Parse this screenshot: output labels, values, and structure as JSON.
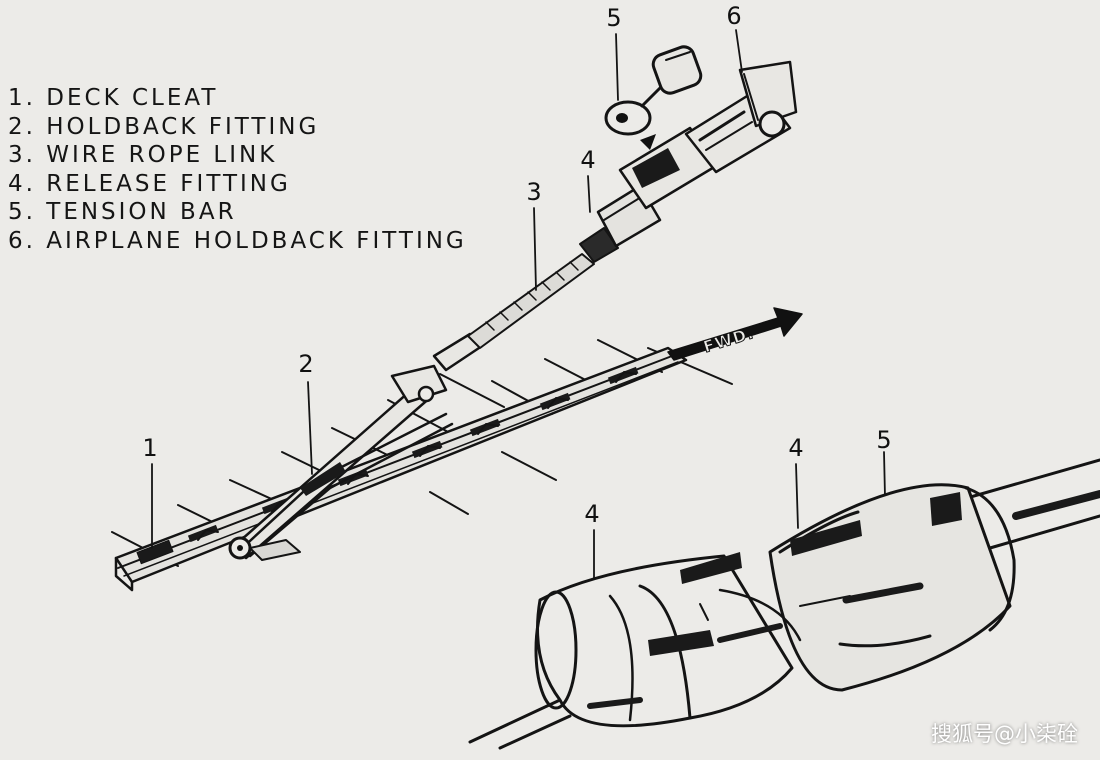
{
  "legend": [
    {
      "number": "1.",
      "label": "DECK CLEAT"
    },
    {
      "number": "2.",
      "label": "HOLDBACK FITTING"
    },
    {
      "number": "3.",
      "label": "WIRE ROPE LINK"
    },
    {
      "number": "4.",
      "label": "RELEASE FITTING"
    },
    {
      "number": "5.",
      "label": "TENSION BAR"
    },
    {
      "number": "6.",
      "label": "AIRPLANE HOLDBACK FITTING"
    }
  ],
  "callouts": {
    "c1": "1",
    "c2": "2",
    "c3": "3",
    "c4_top": "4",
    "c5_top": "5",
    "c6_top": "6",
    "c4_detail_left": "4",
    "c4_detail_right": "4",
    "c5_detail": "5"
  },
  "direction_arrow": {
    "label": "FWD."
  },
  "watermark": "搜狐号@小柒硂",
  "colors": {
    "paper": "#ecebe8",
    "ink": "#111111"
  }
}
